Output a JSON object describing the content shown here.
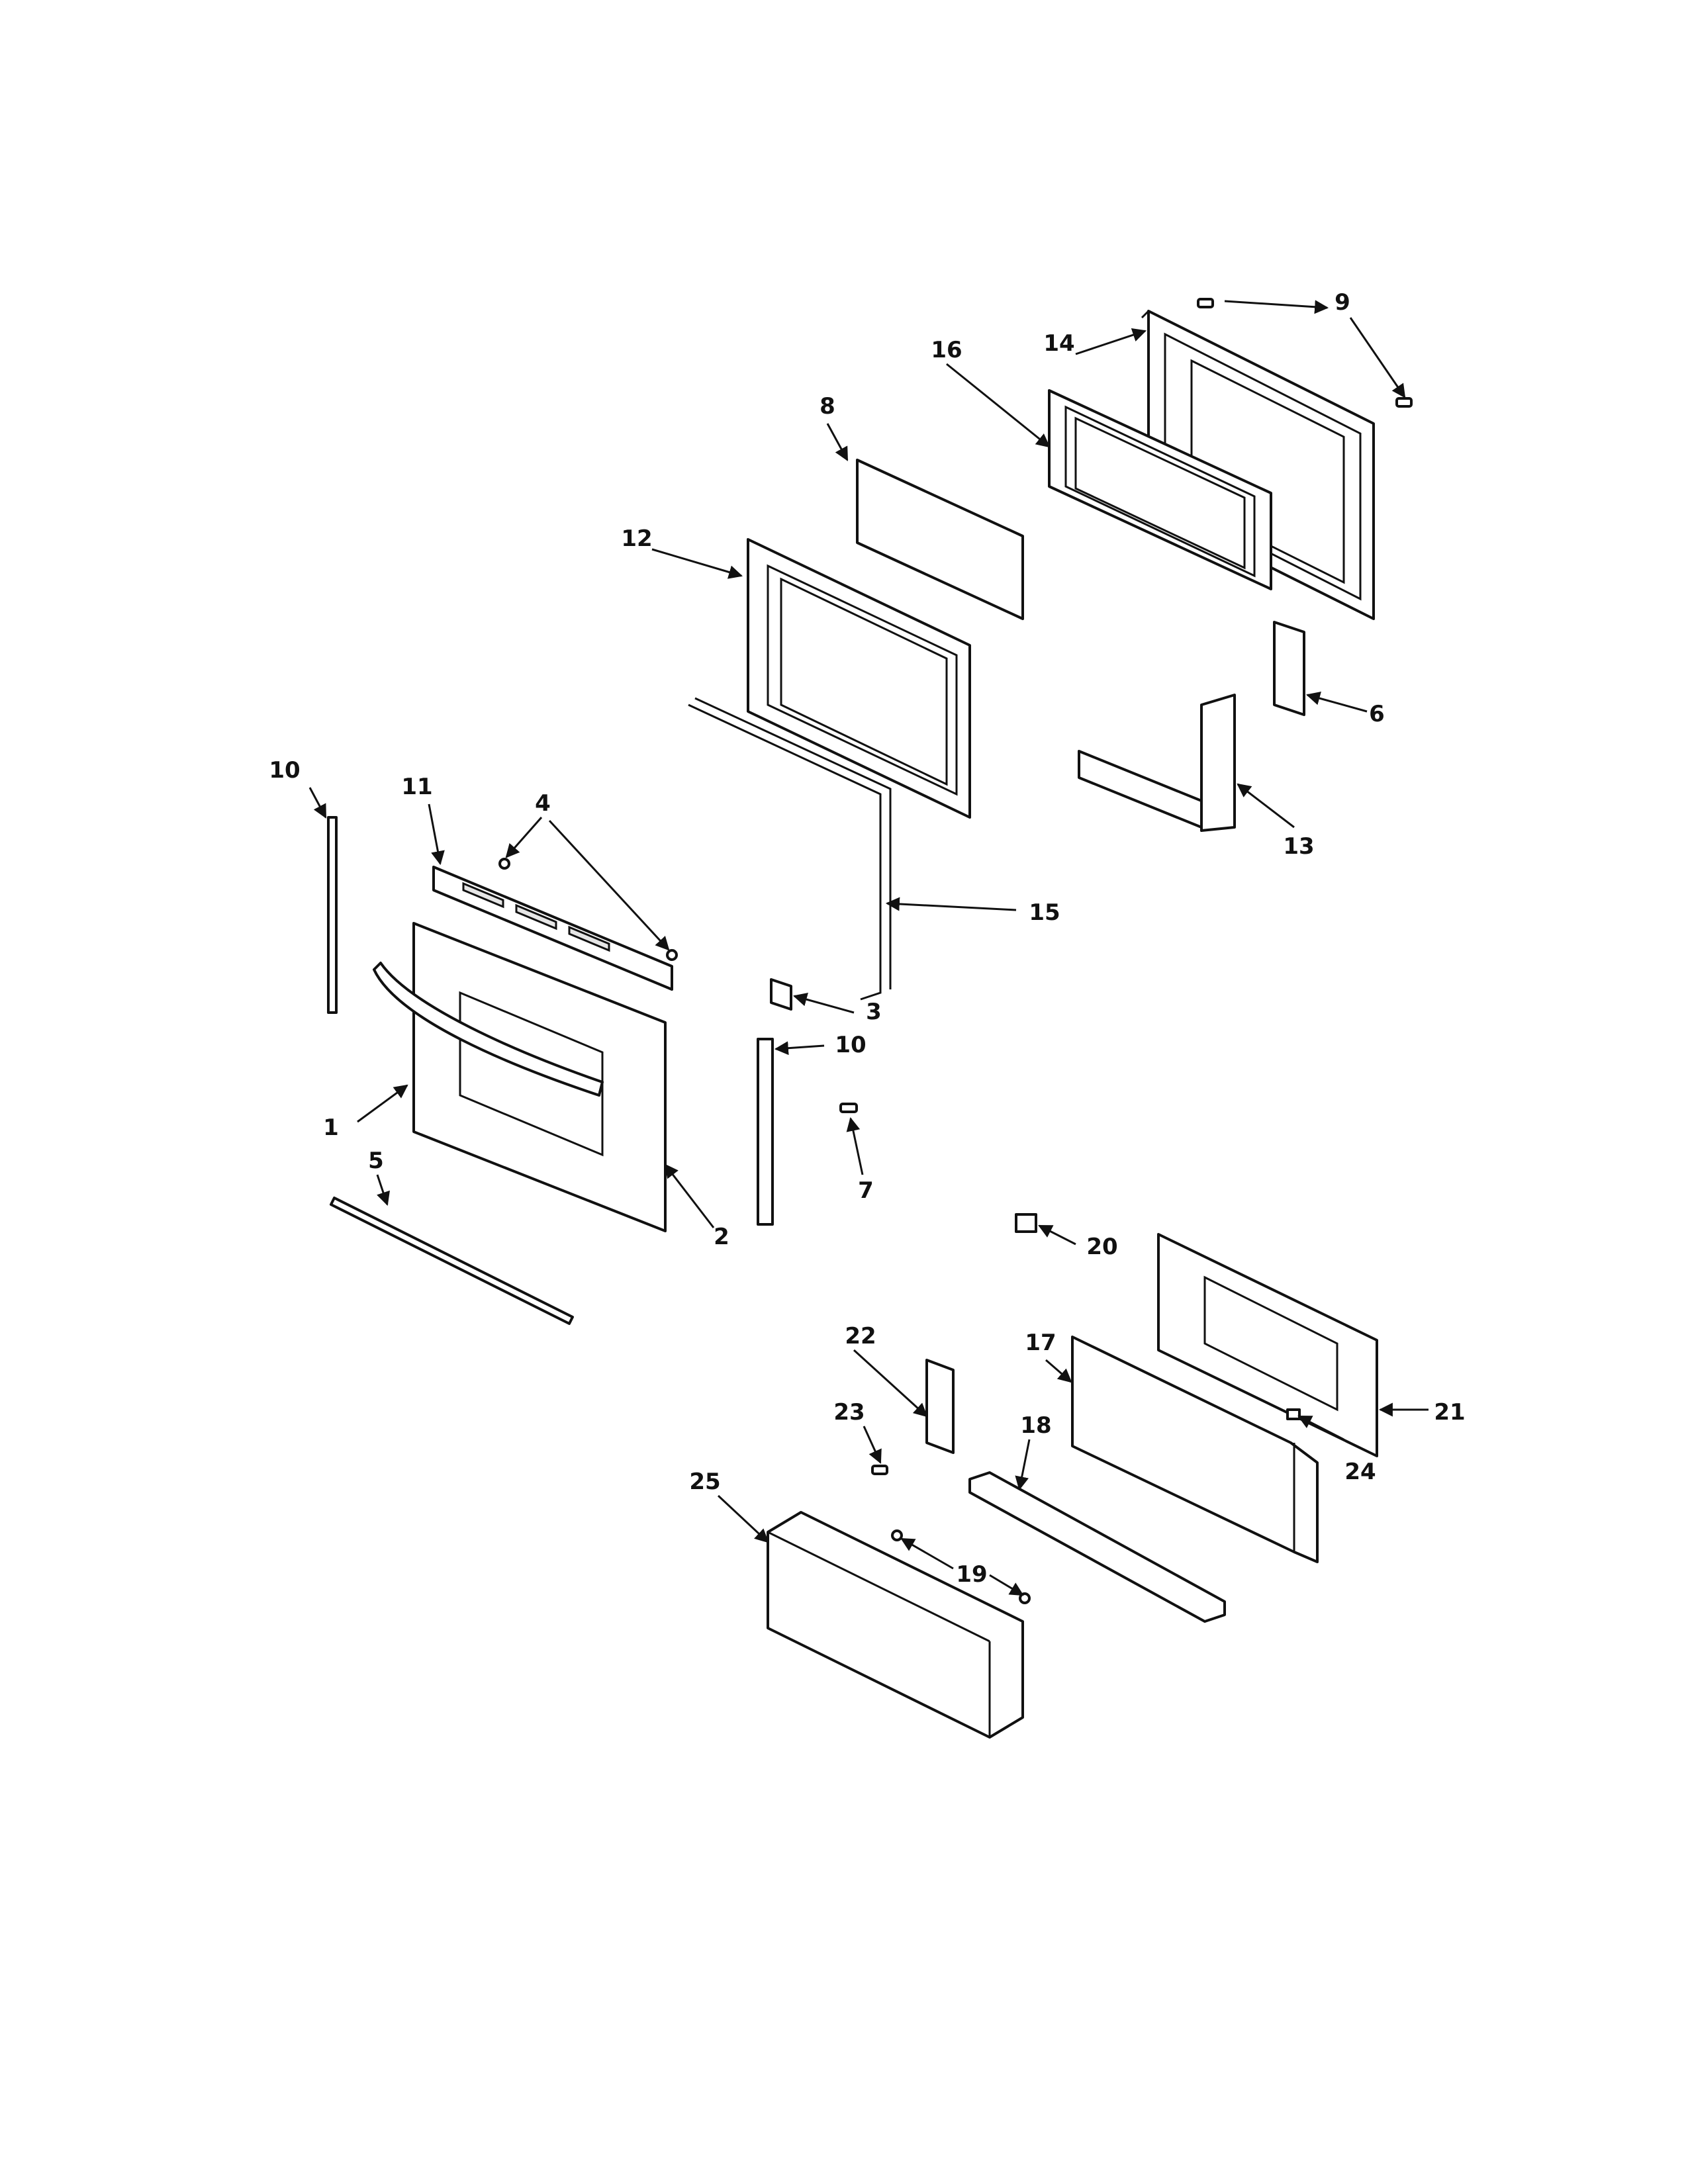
{
  "diagram": {
    "callouts": [
      "1",
      "2",
      "3",
      "4",
      "5",
      "6",
      "7",
      "8",
      "9",
      "10",
      "10",
      "11",
      "12",
      "13",
      "14",
      "15",
      "16",
      "17",
      "18",
      "19",
      "20",
      "21",
      "22",
      "23",
      "24",
      "25"
    ]
  }
}
